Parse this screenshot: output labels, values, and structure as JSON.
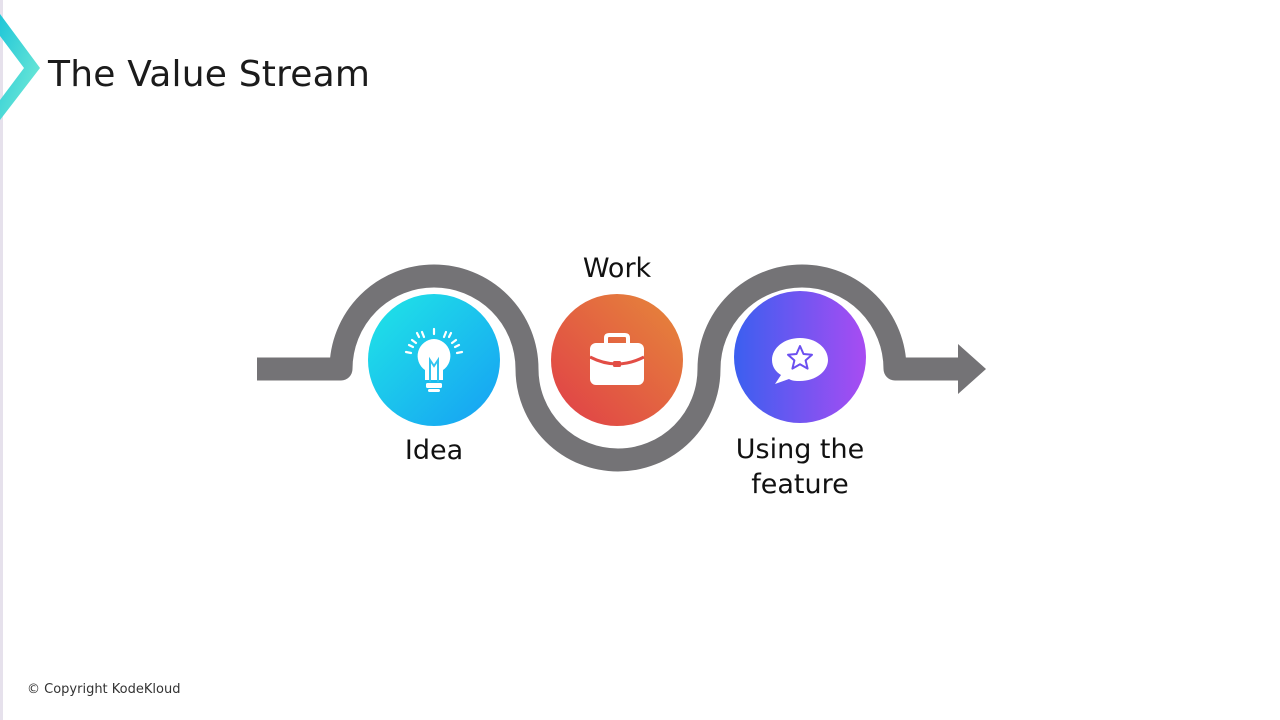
{
  "slide": {
    "title": "The Value Stream"
  },
  "stages": [
    {
      "label": "Idea",
      "icon": "lightbulb-icon",
      "gradient": [
        "#1ee3e8",
        "#1aa7f2"
      ]
    },
    {
      "label": "Work",
      "icon": "briefcase-icon",
      "gradient": [
        "#e37a3e",
        "#e04a45"
      ]
    },
    {
      "label": "Using the feature",
      "label_line1": "Using the",
      "label_line2": "feature",
      "icon": "chat-star-icon",
      "gradient": [
        "#3f5ff0",
        "#a34cf2"
      ]
    }
  ],
  "stream_color": "#747376",
  "logo": {
    "icon": "kodekloud-chevron-icon",
    "colors": [
      "#2fd0dd",
      "#6de8d8"
    ]
  },
  "footer": {
    "copyright": "© Copyright KodeKloud"
  }
}
